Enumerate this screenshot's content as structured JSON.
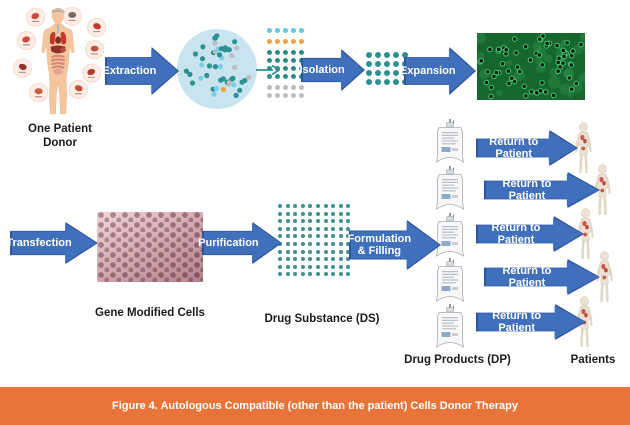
{
  "caption": {
    "text": "Figure 4. Autologous Compatible (other than the patient) Cells Donor Therapy"
  },
  "labels": {
    "donor_line1": "One Patient",
    "donor_line2": "Donor",
    "gene_modified_cells": "Gene Modified Cells",
    "drug_substance": "Drug Substance (DS)",
    "drug_products": "Drug Products (DP)",
    "patients": "Patients"
  },
  "arrows": {
    "extraction": "Extraction",
    "isolation": "Isolation",
    "expansion": "Expansion",
    "transfection": "Transfection",
    "purification": "Purification",
    "formulation_line1": "Formulation",
    "formulation_line2": "& Filling",
    "return_to_patient": "Return to Patient"
  },
  "colors": {
    "arrow_fill": "#4070BC",
    "arrow_border": "#2D55A0",
    "teal_dot": "#2E9191",
    "orange_dot": "#F0A23C",
    "gray_dot": "#BDBDBD",
    "cyan_dot": "#66C6E4",
    "cell_circle_bg": "#C8E4EF",
    "banner_bg": "#E8743A"
  },
  "cell_circle": {
    "count": 48,
    "mix": [
      [
        "#2E9191",
        0.52
      ],
      [
        "#BDBDBD",
        0.16
      ],
      [
        "#F0A23C",
        0.12
      ],
      [
        "#7FCBE8",
        0.2
      ]
    ]
  },
  "dot_groups": {
    "post_extraction": [
      {
        "rows": 1,
        "cols": 5,
        "color": "#66C6E4",
        "size": 5,
        "gap": 3
      },
      {
        "rows": 1,
        "cols": 5,
        "color": "#F0A23C",
        "size": 5,
        "gap": 3
      },
      {
        "rows": 4,
        "cols": 5,
        "color": "#2E9191",
        "size": 5,
        "gap": 3
      },
      {
        "rows": 2,
        "cols": 5,
        "color": "#BDBDBD",
        "size": 5,
        "gap": 3
      }
    ],
    "post_isolation": [
      {
        "rows": 4,
        "cols": 5,
        "color": "#2E9191",
        "size": 6,
        "gap": 3
      }
    ],
    "drug_substance": [
      {
        "rows": 10,
        "cols": 10,
        "color": "#3F8E96",
        "size": 4,
        "gap": 3.6
      }
    ]
  },
  "counts": {
    "drug_products": 5,
    "patients": 5,
    "return_arrows": 5
  }
}
